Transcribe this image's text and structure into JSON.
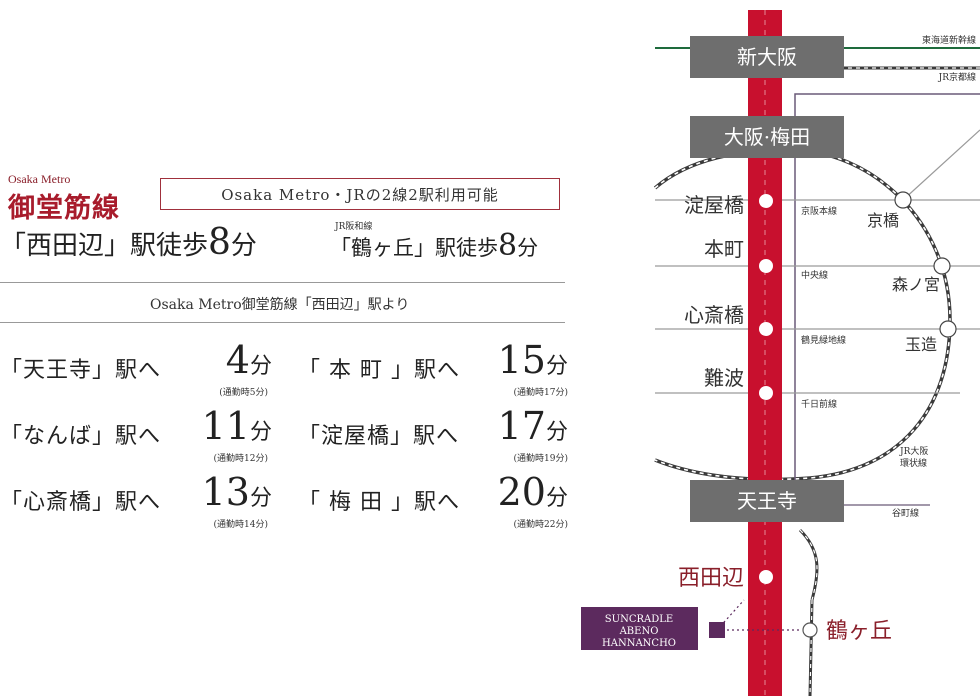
{
  "brand": {
    "operator_en": "Osaka Metro",
    "line_name": "御堂筋線"
  },
  "lines_note": "Osaka Metro・JRの2線2駅利用可能",
  "walk_main": {
    "pre": "「西田辺」駅徒歩",
    "num": "8",
    "unit": "分"
  },
  "walk_jr": {
    "line_small": "JR阪和線",
    "pre": "「鶴ヶ丘」駅徒歩",
    "num": "8",
    "unit": "分"
  },
  "from_station": "Osaka Metro御堂筋線「西田辺」駅より",
  "travel_times": [
    {
      "dest": "「天王寺」駅へ",
      "min": "4",
      "unit": "分",
      "rush": "(通勤時5分)"
    },
    {
      "dest": "「 本 町 」駅へ",
      "min": "15",
      "unit": "分",
      "rush": "(通勤時17分)"
    },
    {
      "dest": "「なんば」駅へ",
      "min": "11",
      "unit": "分",
      "rush": "(通勤時12分)"
    },
    {
      "dest": "「淀屋橋」駅へ",
      "min": "17",
      "unit": "分",
      "rush": "(通勤時19分)"
    },
    {
      "dest": "「心斎橋」駅へ",
      "min": "13",
      "unit": "分",
      "rush": "(通勤時14分)"
    },
    {
      "dest": "「 梅 田 」駅へ",
      "min": "20",
      "unit": "分",
      "rush": "(通勤時22分)"
    }
  ],
  "map": {
    "colors": {
      "midosuji": "#c8102e",
      "tokaido": "#1e6b3c",
      "jr_line": "#6a5a78",
      "loop_line": "#3a3a3a",
      "station_box": "#6e6e6e",
      "property": "#5c2a5e"
    },
    "box_stations": {
      "shin_osaka": "新大阪",
      "umeda": "大阪·梅田",
      "tennoji": "天王寺"
    },
    "circle_stations": {
      "yodoyabashi": "淀屋橋",
      "honmachi": "本町",
      "shinsaibashi": "心斎橋",
      "namba": "難波"
    },
    "nishitanabe": "西田辺",
    "tsurugaoka": "鶴ヶ丘",
    "other_stations": {
      "kyobashi": "京橋",
      "morinomiya": "森ノ宮",
      "tamatsukuri": "玉造"
    },
    "line_labels": {
      "tokaido_shinkansen": "東海道新幹線",
      "jr_kyoto": "JR京都線",
      "keihan": "京阪本線",
      "chuo": "中央線",
      "nagahori": "鶴見緑地線",
      "sennichimae": "千日前線",
      "loop_line_1": "JR大阪",
      "loop_line_2": "環状線",
      "tanimachi": "谷町線"
    },
    "property": {
      "line1": "SUNCRADLE",
      "line2": "ABENO",
      "line3": "HANNANCHO"
    }
  }
}
